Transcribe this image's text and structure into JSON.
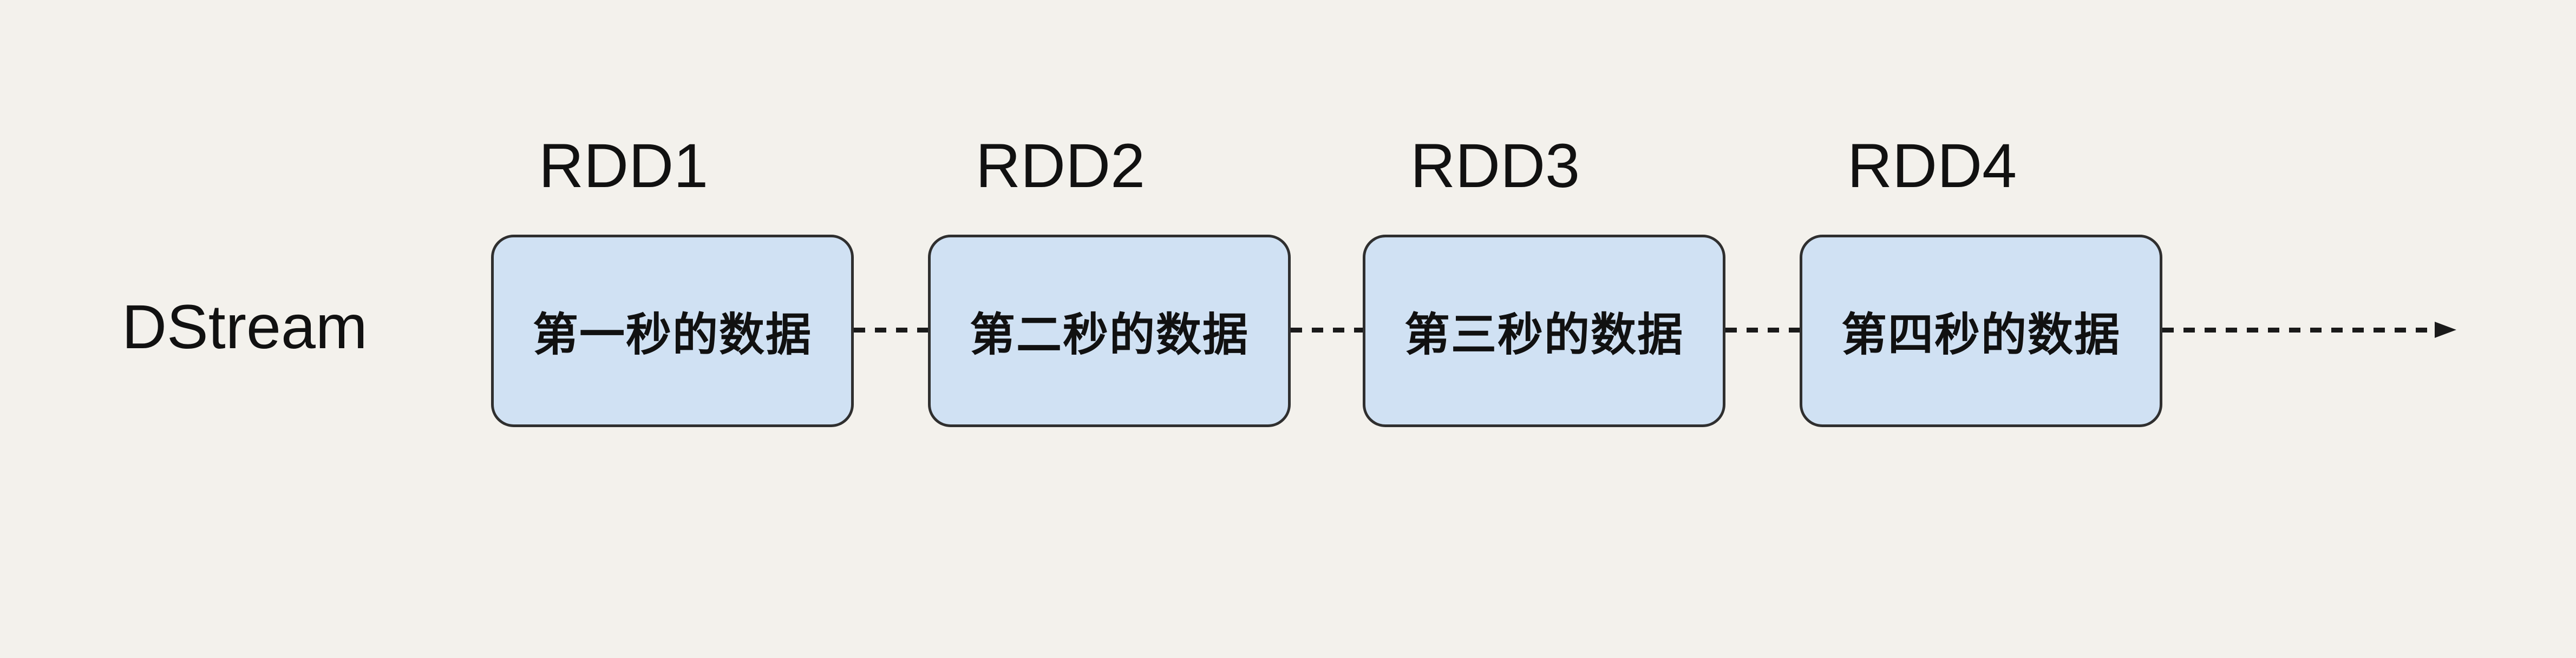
{
  "diagram": {
    "stream_label": "DStream",
    "nodes": [
      {
        "rdd_label": "RDD1",
        "box_text": "第一秒的数据"
      },
      {
        "rdd_label": "RDD2",
        "box_text": "第二秒的数据"
      },
      {
        "rdd_label": "RDD3",
        "box_text": "第三秒的数据"
      },
      {
        "rdd_label": "RDD4",
        "box_text": "第四秒的数据"
      }
    ],
    "flow_icon": "dashed-arrow-right",
    "colors": {
      "background": "#f3f1ec",
      "box_fill": "#d0e1f3",
      "box_border": "#2f2f2f",
      "line": "#1a1a1a",
      "text": "#111111"
    }
  }
}
